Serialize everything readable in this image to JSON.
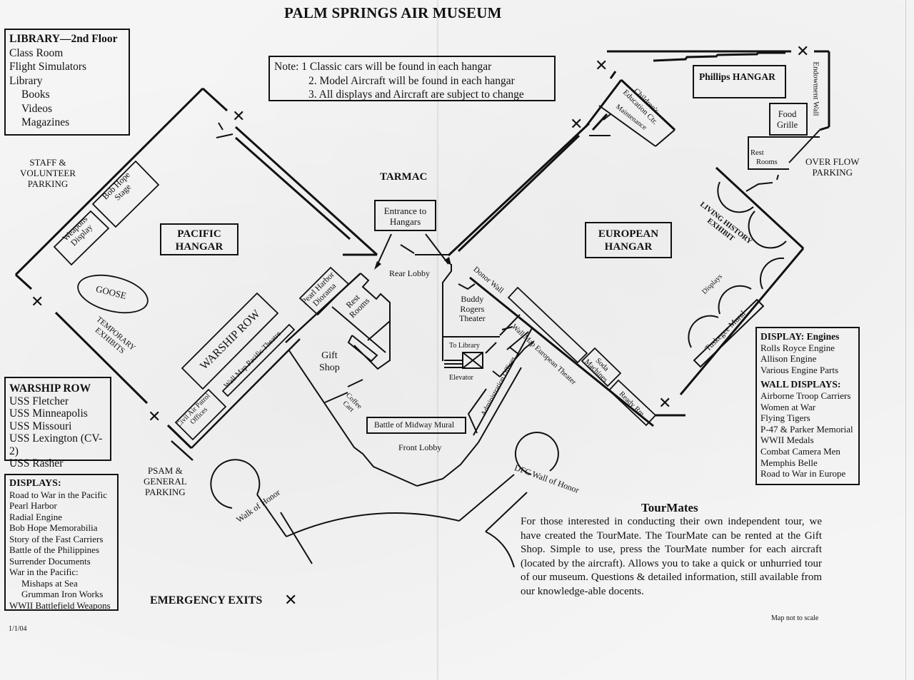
{
  "title": "PALM SPRINGS AIR MUSEUM",
  "library_box": {
    "heading": "LIBRARY—2nd Floor",
    "items": [
      "Class Room",
      "Flight Simulators",
      "Library"
    ],
    "sub_items": [
      "Books",
      "Videos",
      "Magazines"
    ]
  },
  "note_box": {
    "line1": "Note:  1  Classic cars will be found in each hangar",
    "line2": "2.  Model Aircraft will be found in each hangar",
    "line3": "3. All displays and Aircraft are subject to change"
  },
  "areas": {
    "tarmac": "TARMAC",
    "entrance_line1": "Entrance to",
    "entrance_line2": "Hangars",
    "staff_parking_line1": "STAFF &",
    "staff_parking_line2": "VOLUNTEER",
    "staff_parking_line3": "PARKING",
    "pacific_hangar_line1": "PACIFIC",
    "pacific_hangar_line2": "HANGAR",
    "european_hangar_line1": "EUROPEAN",
    "european_hangar_line2": "HANGAR",
    "phillips_hangar": "Phillips  HANGAR",
    "bob_hope_line1": "Bob Hope",
    "bob_hope_line2": "Stage",
    "weapons_line1": "Weapons",
    "weapons_line2": "Display",
    "goose": "GOOSE",
    "temporary_line1": "TEMPORARY",
    "temporary_line2": "EXHIBITS",
    "warship_row": "WARSHIP ROW",
    "wall_map_pacific": "Wall Map Pacific Theatre",
    "civil_air_line1": "Civil Air Patrol",
    "civil_air_line2": "Offices",
    "pearl_harbor_line1": "Pearl Harbor",
    "pearl_harbor_line2": "Diorama",
    "rest_rooms_line1": "Rest",
    "rest_rooms_line2": "Rooms",
    "gift_shop_line1": "Gift",
    "gift_shop_line2": "Shop",
    "coffee_line1": "Coffee",
    "coffee_line2": "Cart",
    "rear_lobby": "Rear Lobby",
    "front_lobby": "Front Lobby",
    "battle_midway": "Battle of Midway Mural",
    "buddy_line1": "Buddy",
    "buddy_line2": "Rogers",
    "buddy_line3": "Theater",
    "to_library": "To Library",
    "elevator": "Elevator",
    "admin_offices": "Administration Offices",
    "donor_wall": "Donor  Wall",
    "wall_map_european": "Wall Map European Theater",
    "soda_line1": "Soda",
    "soda_line2": "Machines",
    "ready_rm": "Ready Rm",
    "children_line1": "Children's",
    "children_line2": "Education Ctr.",
    "maintenance": "Maintenance",
    "food_line1": "Food",
    "food_line2": "Grille",
    "rest2_line1": "Rest",
    "rest2_line2": "Rooms",
    "endowment_wall": "Endowment Wall",
    "overflow_line1": "OVER FLOW",
    "overflow_line2": "PARKING",
    "living_line1": "LIVING HISTORY",
    "living_line2": "EXHIBIT",
    "displays_label": "Displays",
    "tuskegee": "Tuskegee Mural",
    "psam_line1": "PSAM &",
    "psam_line2": "GENERAL",
    "psam_line3": "PARKING",
    "walk_of_honor": "Walk of Honor",
    "dfc_wall": "DFC Wall of Honor",
    "emergency_exits": "EMERGENCY EXITS",
    "exit_symbol": "✕"
  },
  "warship_box": {
    "heading": "WARSHIP ROW",
    "items": [
      "USS Fletcher",
      "USS Minneapolis",
      "USS Missouri",
      "USS Lexington (CV-2)",
      "USS Rasher"
    ]
  },
  "displays_box": {
    "heading": "DISPLAYS:",
    "items": [
      "Road to War in the Pacific",
      "Pearl Harbor",
      "Radial Engine",
      "Bob Hope Memorabilia",
      "Story of the Fast Carriers",
      "Battle of the Philippines",
      "Surrender Documents",
      "War in the Pacific:"
    ],
    "sub_items": [
      "Mishaps at Sea",
      "Grumman Iron Works"
    ],
    "last_item": "WWII Battlefield Weapons"
  },
  "engines_box": {
    "heading": "DISPLAY:  Engines",
    "items": [
      "Rolls Royce Engine",
      "Allison Engine",
      "Various Engine Parts"
    ],
    "wall_heading": "WALL DISPLAYS:",
    "wall_items": [
      "Airborne Troop Carriers",
      "Women at War",
      "Flying Tigers",
      "P-47 & Parker Memorial",
      "WWII Medals",
      "Combat Camera Men",
      "Memphis Belle",
      "Road to War in Europe"
    ]
  },
  "tourmates": {
    "title": "TourMates",
    "body": "For those interested in conducting their own independent tour,  we have created the TourMate.  The TourMate can be rented at the Gift Shop.  Simple to use, press the TourMate number for each aircraft (located by the aircraft).  Allows you to take a quick or unhurried tour of our museum.  Questions & detailed information, still available from our knowledge-able docents."
  },
  "footer": {
    "date": "1/1/04",
    "scale_note": "Map not to scale"
  }
}
